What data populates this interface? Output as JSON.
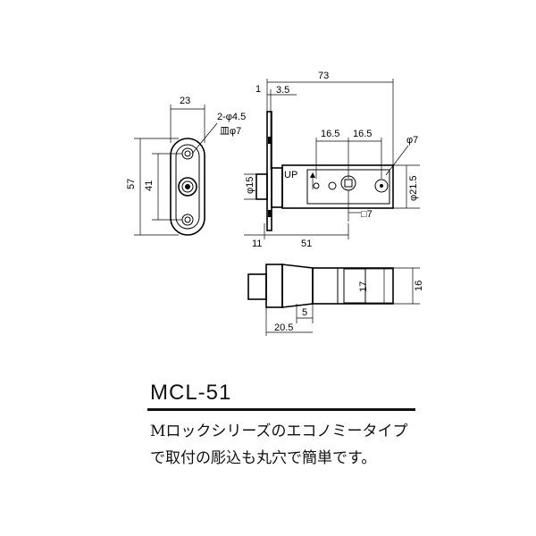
{
  "front_view": {
    "dim_width": "23",
    "dim_height": "57",
    "dim_hole_pitch": "41",
    "hole_note_line1": "2-φ4.5",
    "hole_note_line2": "皿φ7"
  },
  "side_view": {
    "dim_overall": "73",
    "dim_plate": "1",
    "dim_offset": "3.5",
    "dim_pitch_a": "16.5",
    "dim_pitch_b": "16.5",
    "dim_hole": "φ7",
    "dim_dia": "φ15",
    "dim_body": "φ21.5",
    "up_label": "UP",
    "dim_square": "□7",
    "dim_backset_a": "11",
    "dim_backset_b": "51"
  },
  "bottom_view": {
    "dim_17": "17",
    "dim_16": "16",
    "dim_5": "5",
    "dim_205": "20.5"
  },
  "product": {
    "model": "MCL-51",
    "description": "Mロックシリーズのエコノミータイプで取付の彫込も丸穴で簡単です。"
  }
}
